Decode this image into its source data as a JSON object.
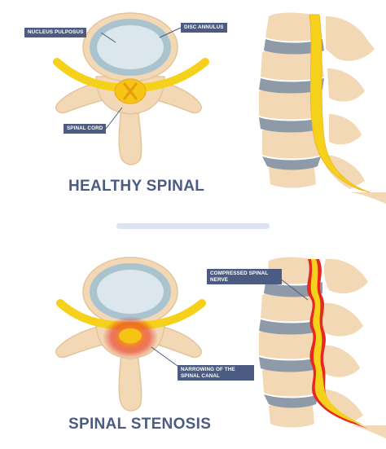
{
  "healthy": {
    "title": "HEALTHY SPINAL",
    "labels": {
      "nucleus": "NUCLEUS PULPOSUS",
      "annulus": "DISC ANNULUS",
      "cord": "SPINAL CORD"
    }
  },
  "stenosis": {
    "title": "SPINAL STENOSIS",
    "labels": {
      "compressed": "COMPRESSED SPINAL NERVE",
      "narrowing": "NARROWING OF THE SPINAL CANAL"
    }
  },
  "colors": {
    "bone": "#f2d8b4",
    "bone_outline": "#e3c49c",
    "disc_outer": "#a9c4cf",
    "disc_inner": "#dbe7ec",
    "disc_gray": "#8f9aa8",
    "nerve_yellow": "#f6d11c",
    "inflamed_red": "#e62820",
    "label_bg": "#4b5b82",
    "title_color": "#4b5b82"
  }
}
